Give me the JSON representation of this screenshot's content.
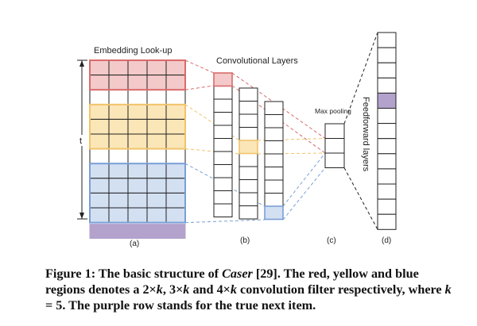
{
  "figure": {
    "labels": {
      "embedding": "Embedding Look-up",
      "conv": "Convolutional Layers",
      "maxpool": "Max pooling",
      "feedforward": "Feedforward layers",
      "t": "t"
    },
    "sublabels": [
      "(a)",
      "(b)",
      "(c)",
      "(d)"
    ],
    "colors": {
      "red": "#d96b6b",
      "red_fill": "#f4c9c9",
      "yellow": "#f0c46a",
      "yellow_fill": "#fbe6b8",
      "blue": "#7a9fd6",
      "blue_fill": "#d3e0f2",
      "purple": "#b3a2cc"
    }
  },
  "caption": {
    "lead": "Figure 1:",
    "part1": " The basic structure of ",
    "model": "Caser",
    "part2": " [29]. The red, yellow and blue regions denotes a 2×",
    "k1": "k",
    "part3": ", 3×",
    "k2": "k",
    "part4": " and 4×",
    "k3": "k",
    "part5": " convolution filter respectively, where ",
    "k4": "k",
    "part6": " = 5. The purple row stands for the true next item."
  }
}
